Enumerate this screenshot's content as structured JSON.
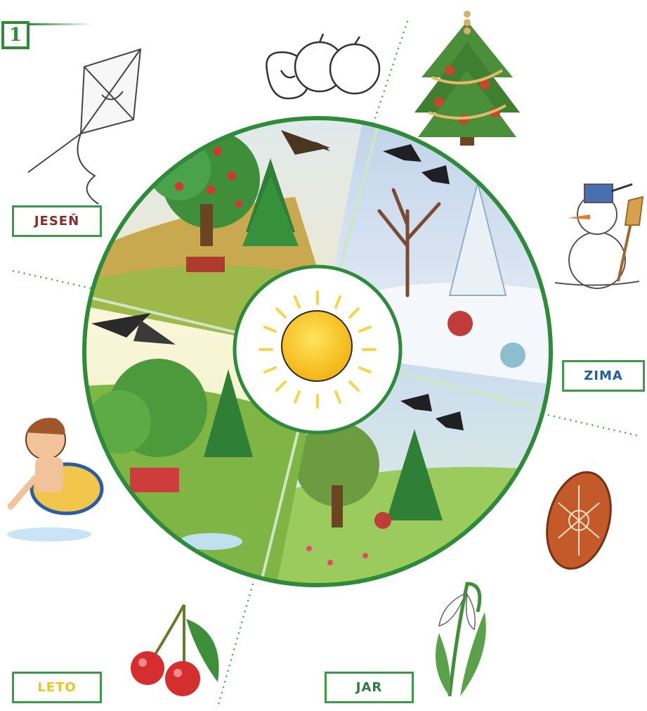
{
  "exercise_number": "1",
  "labels": {
    "jesen": "JESEŇ",
    "zima": "ZIMA",
    "leto": "LETO",
    "jar": "JAR"
  },
  "colors": {
    "frame_green": "#2e8b3a",
    "jesen": "#8b2a2a",
    "zima": "#1f5fa8",
    "leto": "#f2c31f",
    "jar": "#2e7d3a",
    "sun": "#f6c21c"
  }
}
